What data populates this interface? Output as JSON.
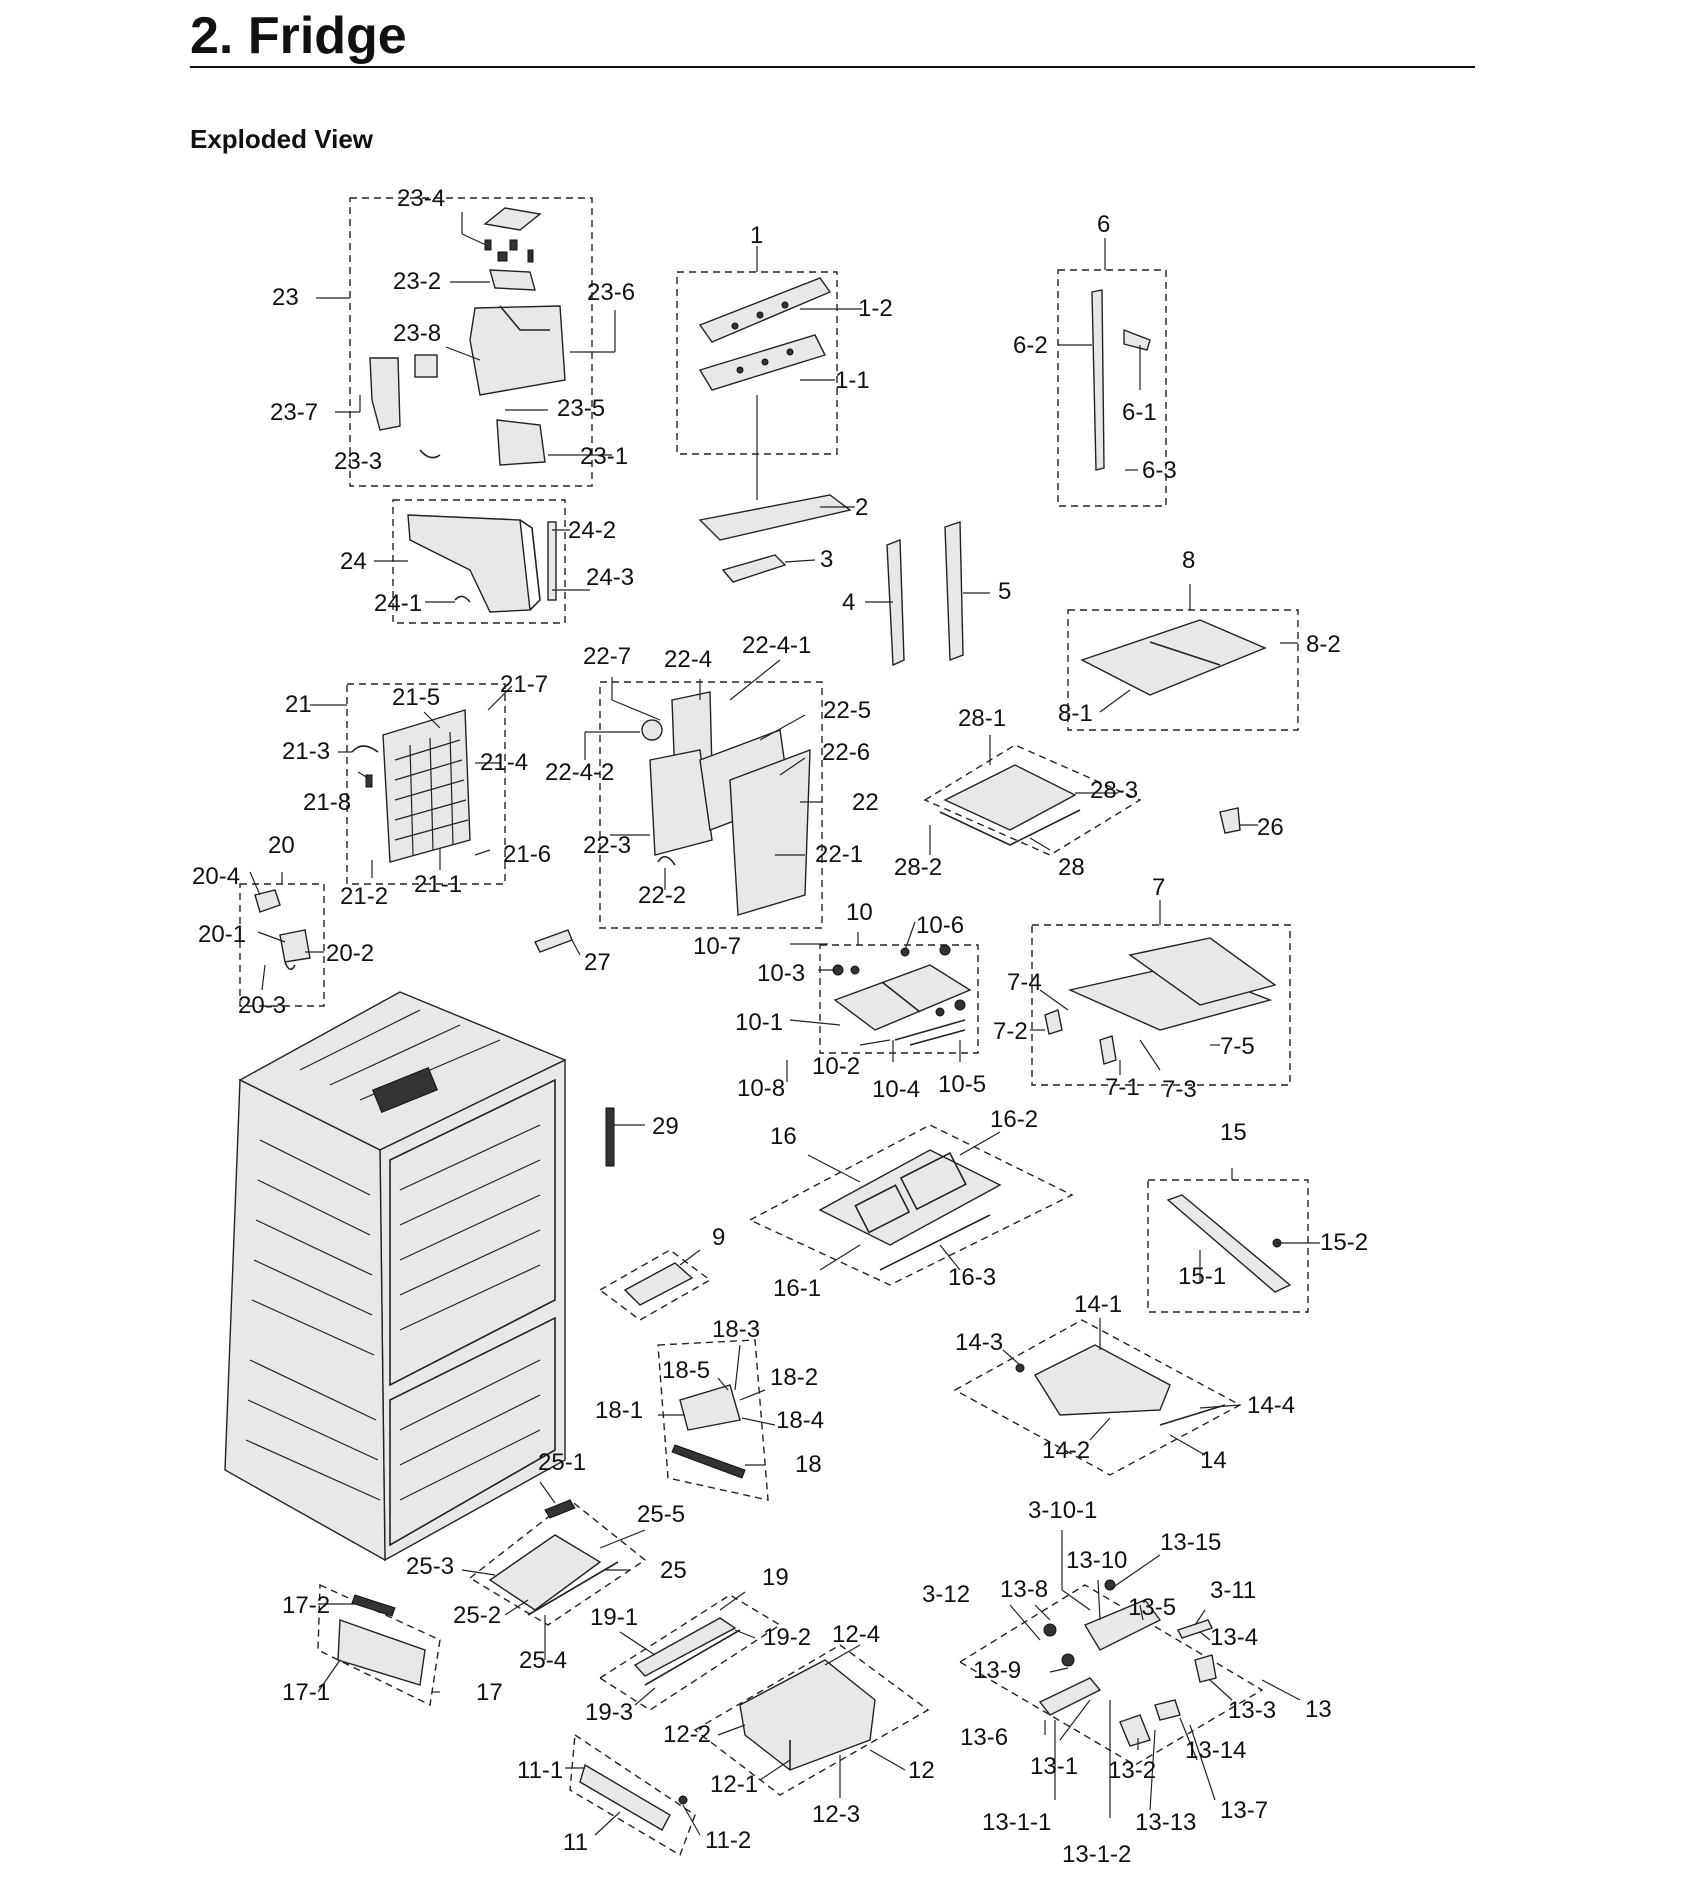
{
  "header": {
    "title": "2.  Fridge",
    "subtitle": "Exploded View"
  },
  "labels": {
    "l_23_4": "23-4",
    "l_23": "23",
    "l_23_2": "23-2",
    "l_23_6": "23-6",
    "l_23_8": "23-8",
    "l_23_7": "23-7",
    "l_23_5": "23-5",
    "l_23_3": "23-3",
    "l_23_1": "23-1",
    "l_24": "24",
    "l_24_2": "24-2",
    "l_24_3": "24-3",
    "l_24_1": "24-1",
    "l_1": "1",
    "l_1_2": "1-2",
    "l_1_1": "1-1",
    "l_2": "2",
    "l_3": "3",
    "l_4": "4",
    "l_5": "5",
    "l_6": "6",
    "l_6_2": "6-2",
    "l_6_1": "6-1",
    "l_6_3": "6-3",
    "l_8": "8",
    "l_8_2": "8-2",
    "l_8_1": "8-1",
    "l_21": "21",
    "l_21_5": "21-5",
    "l_21_7": "21-7",
    "l_21_3": "21-3",
    "l_21_4": "21-4",
    "l_21_8": "21-8",
    "l_21_6": "21-6",
    "l_21_2": "21-2",
    "l_21_1": "21-1",
    "l_22_7": "22-7",
    "l_22_4": "22-4",
    "l_22_4_1": "22-4-1",
    "l_22_5": "22-5",
    "l_22_4_2": "22-4-2",
    "l_22_6": "22-6",
    "l_22": "22",
    "l_22_3": "22-3",
    "l_22_1": "22-1",
    "l_22_2": "22-2",
    "l_28_1": "28-1",
    "l_28_3": "28-3",
    "l_28_2": "28-2",
    "l_28": "28",
    "l_26": "26",
    "l_20": "20",
    "l_20_4": "20-4",
    "l_20_1": "20-1",
    "l_20_2": "20-2",
    "l_20_3": "20-3",
    "l_27": "27",
    "l_10": "10",
    "l_10_6": "10-6",
    "l_10_7": "10-7",
    "l_10_3": "10-3",
    "l_10_1": "10-1",
    "l_10_2": "10-2",
    "l_10_4": "10-4",
    "l_10_5": "10-5",
    "l_10_8": "10-8",
    "l_7": "7",
    "l_7_4": "7-4",
    "l_7_2": "7-2",
    "l_7_5": "7-5",
    "l_7_1": "7-1",
    "l_7_3": "7-3",
    "l_29": "29",
    "l_16": "16",
    "l_16_2": "16-2",
    "l_16_1": "16-1",
    "l_16_3": "16-3",
    "l_15": "15",
    "l_15_2": "15-2",
    "l_15_1": "15-1",
    "l_9": "9",
    "l_18_3": "18-3",
    "l_18_5": "18-5",
    "l_18_2": "18-2",
    "l_18_1": "18-1",
    "l_18_4": "18-4",
    "l_18": "18",
    "l_14_1": "14-1",
    "l_14_3": "14-3",
    "l_14_4": "14-4",
    "l_14_2": "14-2",
    "l_14": "14",
    "l_25_1": "25-1",
    "l_25_5": "25-5",
    "l_25_3": "25-3",
    "l_25": "25",
    "l_25_2": "25-2",
    "l_25_4": "25-4",
    "l_17_2": "17-2",
    "l_17_1": "17-1",
    "l_17": "17",
    "l_19": "19",
    "l_19_1": "19-1",
    "l_19_2": "19-2",
    "l_19_3": "19-3",
    "l_12_4": "12-4",
    "l_12_2": "12-2",
    "l_12_1": "12-1",
    "l_12": "12",
    "l_12_3": "12-3",
    "l_11_1": "11-1",
    "l_11": "11",
    "l_11_2": "11-2",
    "l_3_10_1": "3-10-1",
    "l_13_15": "13-15",
    "l_13_10": "13-10",
    "l_3_12": "3-12",
    "l_13_8": "13-8",
    "l_13_5": "13-5",
    "l_3_11": "3-11",
    "l_13_4": "13-4",
    "l_13_9": "13-9",
    "l_13_3": "13-3",
    "l_13": "13",
    "l_13_6": "13-6",
    "l_13_1": "13-1",
    "l_13_2": "13-2",
    "l_13_14": "13-14",
    "l_13_1_1": "13-1-1",
    "l_13_13": "13-13",
    "l_13_7": "13-7",
    "l_13_1_2": "13-1-2"
  }
}
